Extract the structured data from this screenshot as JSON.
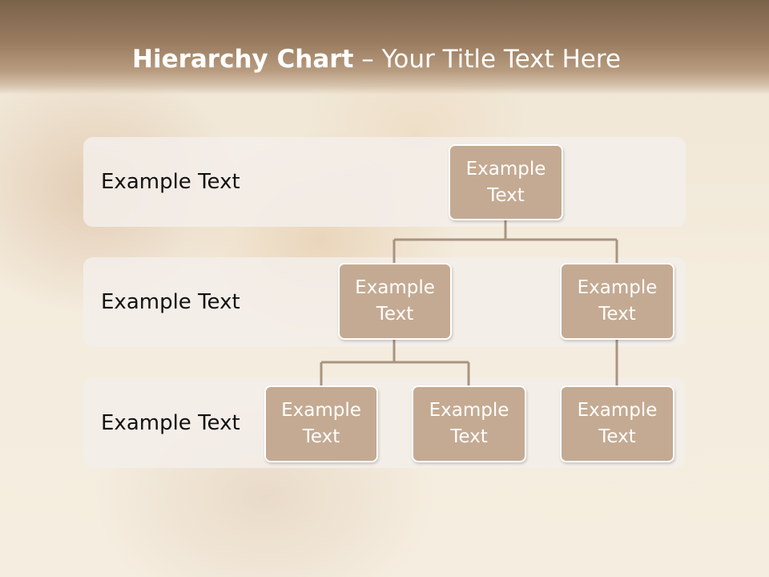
{
  "title": {
    "bold": "Hierarchy Chart",
    "rest": " – Your Title Text Here"
  },
  "levels": [
    {
      "label": "Example Text"
    },
    {
      "label": "Example Text"
    },
    {
      "label": "Example Text"
    }
  ],
  "nodes": {
    "root": {
      "line1": "Example",
      "line2": "Text"
    },
    "mid_left": {
      "line1": "Example",
      "line2": "Text"
    },
    "mid_right": {
      "line1": "Example",
      "line2": "Text"
    },
    "leaf_1": {
      "line1": "Example",
      "line2": "Text"
    },
    "leaf_2": {
      "line1": "Example",
      "line2": "Text"
    },
    "leaf_3": {
      "line1": "Example",
      "line2": "Text"
    }
  },
  "colors": {
    "node_fill": "#c4aa92",
    "connector": "#a99480",
    "title_bar": "#8a6e54"
  }
}
